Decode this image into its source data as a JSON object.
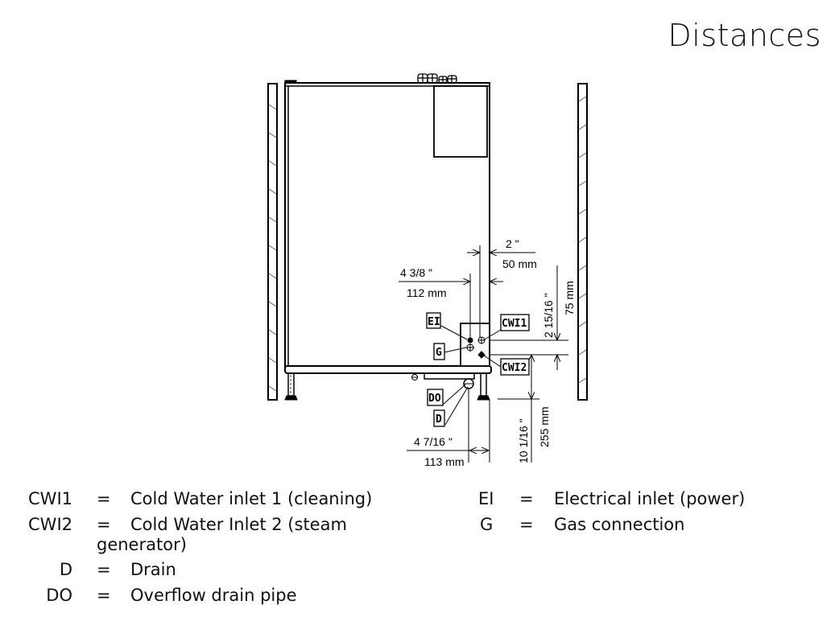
{
  "title": "Distances",
  "dimensions": {
    "d_top_small": {
      "inch": "2 \"",
      "mm": "50 mm"
    },
    "d_top_large": {
      "inch": "4 3/8 \"",
      "mm": "112 mm"
    },
    "d_vert_small": {
      "inch": "2 15/16 \"",
      "mm": "75 mm"
    },
    "d_vert_large": {
      "inch": "10 1/16 \"",
      "mm": "255 mm"
    },
    "d_bottom": {
      "inch": "4 7/16 \"",
      "mm": "113 mm"
    }
  },
  "tags": {
    "ei": "EI",
    "g": "G",
    "cwi1": "CWI1",
    "cwi2": "CWI2",
    "do": "DO",
    "d": "D"
  },
  "legend_left": [
    {
      "code": "CWI1",
      "eq": "=",
      "desc": "Cold Water inlet 1 (cleaning)"
    },
    {
      "code": "CWI2",
      "eq": "=",
      "desc": "Cold Water Inlet 2 (steam",
      "desc2": "generator)"
    },
    {
      "code": "D",
      "eq": "=",
      "desc": "Drain"
    },
    {
      "code": "DO",
      "eq": "=",
      "desc": "Overflow drain pipe"
    }
  ],
  "legend_right": [
    {
      "code": "EI",
      "eq": "=",
      "desc": "Electrical inlet (power)"
    },
    {
      "code": "G",
      "eq": "=",
      "desc": "Gas connection"
    }
  ]
}
